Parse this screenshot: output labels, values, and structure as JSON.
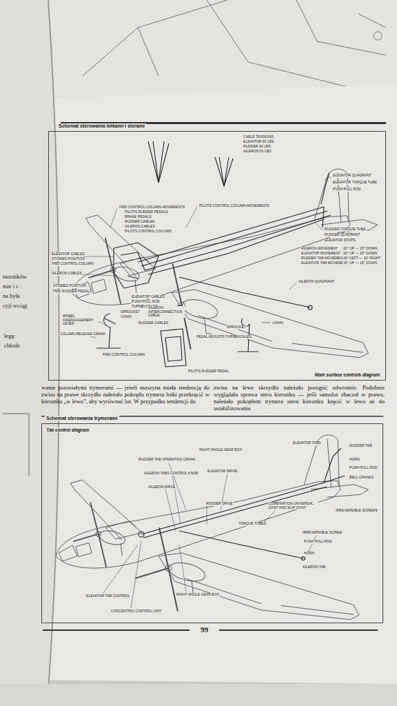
{
  "diagram": {
    "nodes": [
      {
        "text": [
          "Schemat sterowania lotkami i sterami",
          "Main surface controls diagram"
        ]
      },
      {
        "text": [
          "Schemat sterowania trymerami",
          "Tab control diagram"
        ]
      }
    ],
    "labels": [
      "FWD CONTROL COLUMN MOVEMENTS",
      "PILOTS RUDDER PEDALS",
      "BRAKE PEDALS",
      "RUDDER CABLES",
      "AILERON CABLES",
      "PILOTS CONTROL COLUMN",
      "PILOTS CONTROL COLUMN MOVEMENTS",
      "CABLE TENSIONS",
      "ELEVATOR 60 LBS",
      "RUDDER 60 LBS",
      "AILERON 50 LBS",
      "ELEVATOR QUADRANT",
      "ELEVATOR TORQUE TUBE",
      "PUSH PULL ROD",
      "RUDDER TORQUE TUBE",
      "RUDDER QUADRANT",
      "ELEVATOR STOPS",
      "AILERON MOVEMENT",
      "20° UP — 15° DOWN",
      "ELEVATOR MOVEMENT",
      "30° UP — 20° DOWN",
      "RUDDER TAB MOVEMENT",
      "30° LEFT — 30° RIGHT",
      "ELEVATOR TAB MOVEMENT",
      "15° UP — 15° DOWN",
      "AILERON QUADRANT",
      "ELEVATOR CABLES",
      "STOWED POSITION",
      "FWD CONTROL COLUMN",
      "AILERON CABLES",
      "STOWED POSITION",
      "FWD RUDDER PEDALS",
      "ELEVATOR CABLES",
      "PUSH PULL ROD",
      "TURNBUCKLES",
      "SPROCKET",
      "CHAIN",
      "AILERON INTERCONNECTION CABLE",
      "RUDDER CABLES",
      "WHEEL DISENGAGEMENT LEVER",
      "COLUMN RELEASE CRANK",
      "FWD CONTROL COLUMN",
      "PEDAL ADJUSTING LEVER",
      "PILOTS RUDDER PEDAL",
      "SPROCKET",
      "CHAIN",
      "TURNBUCKLES",
      "RUDDER TAB OPERATING CRANK",
      "AILERON TABS CONTROL KNOB",
      "AILERON DRIVE",
      "RIGHT ANGLE GEAR BOX",
      "ELEVATOR DRIVE",
      "RUDDER DRIVE",
      "TORQUE TUBES",
      "COMBINATION UNIVERSAL JOINT AND SLIP JOINT",
      "ELEVATOR TABS",
      "RUDDER TAB",
      "HORN",
      "PUSH PULL ROD",
      "BELL CRANKS",
      "IRREVERSIBLE SCREWS",
      "IRREVERSIBLE SCREW",
      "PUSH PULL ROD",
      "HORN",
      "AILERON TAB",
      "ELEVATOR TAB CONTROL",
      "CONCENTRIC CONTROL UNIT",
      "RIGHT ANGLE GEAR BOX",
      "wanie pozostałymi trymerami — jeżeli maszyna miała tendencję do zwisu na prawe skrzydło należało pokrętło trymera lotki przekręcić w kierunku „w lewo”, aby wyrównać lot. W przypadku tendencji do",
      "zwisu na lewe skrzydło należało postąpić odwrotnie. Podobnie wyglądała sprawa steru kierunku — jeśli samolot zbaczał w prawo, należało pokrętłem trymera steru kierunku kręcić w lewo aż do ustabilizowania",
      "99",
      "niorników",
      "mie i c",
      "na była",
      "cyji wciąg",
      "legę:",
      "chłodz"
    ]
  }
}
